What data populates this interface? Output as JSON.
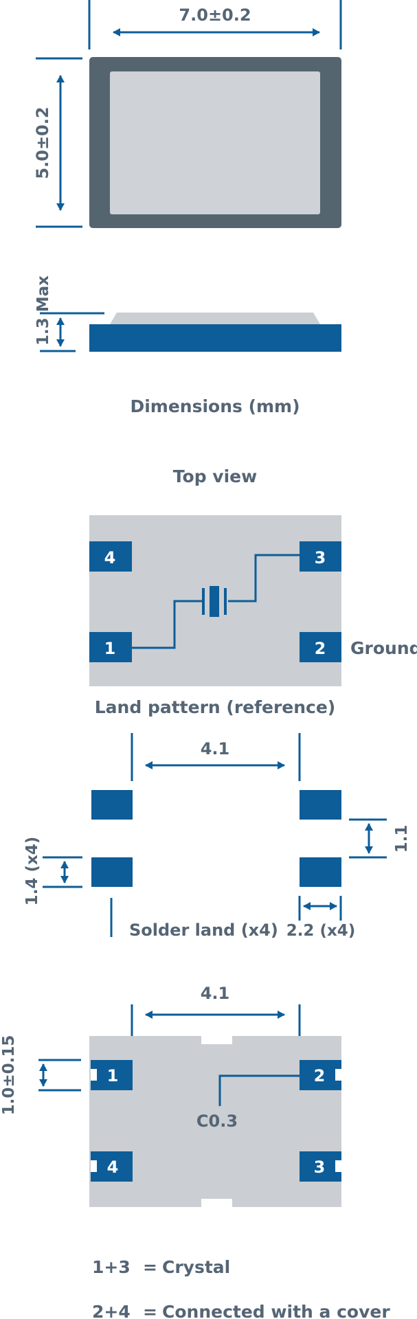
{
  "dimensions": {
    "width": "7.0±0.2",
    "height": "5.0±0.2",
    "thickness": "1.3 Max",
    "caption": "Dimensions (mm)"
  },
  "top_view": {
    "caption": "Top view",
    "pads": {
      "p1": "1",
      "p2": "2",
      "p3": "3",
      "p4": "4"
    },
    "ground_label": "Ground"
  },
  "land_pattern": {
    "caption": "Land pattern (reference)",
    "spacing": "4.1",
    "pad_height": "1.4 (x4)",
    "gap": "1.1",
    "pad_width": "2.2 (x4)",
    "solder_label": "Solder land (x4)"
  },
  "bottom_view": {
    "spacing": "4.1",
    "pad_dim": "1.0±0.15",
    "chamfer": "C0.3",
    "pads": {
      "p1": "1",
      "p2": "2",
      "p3": "3",
      "p4": "4"
    }
  },
  "legend": {
    "row1": {
      "pins": "1+3",
      "eq": "=",
      "desc": "Crystal"
    },
    "row2": {
      "pins": "2+4",
      "eq": "=",
      "desc": "Connected with a cover"
    }
  },
  "colors": {
    "blue": "#0d5d98",
    "dark_frame": "#556570",
    "grey": "#cbced2",
    "text": "#556575"
  }
}
